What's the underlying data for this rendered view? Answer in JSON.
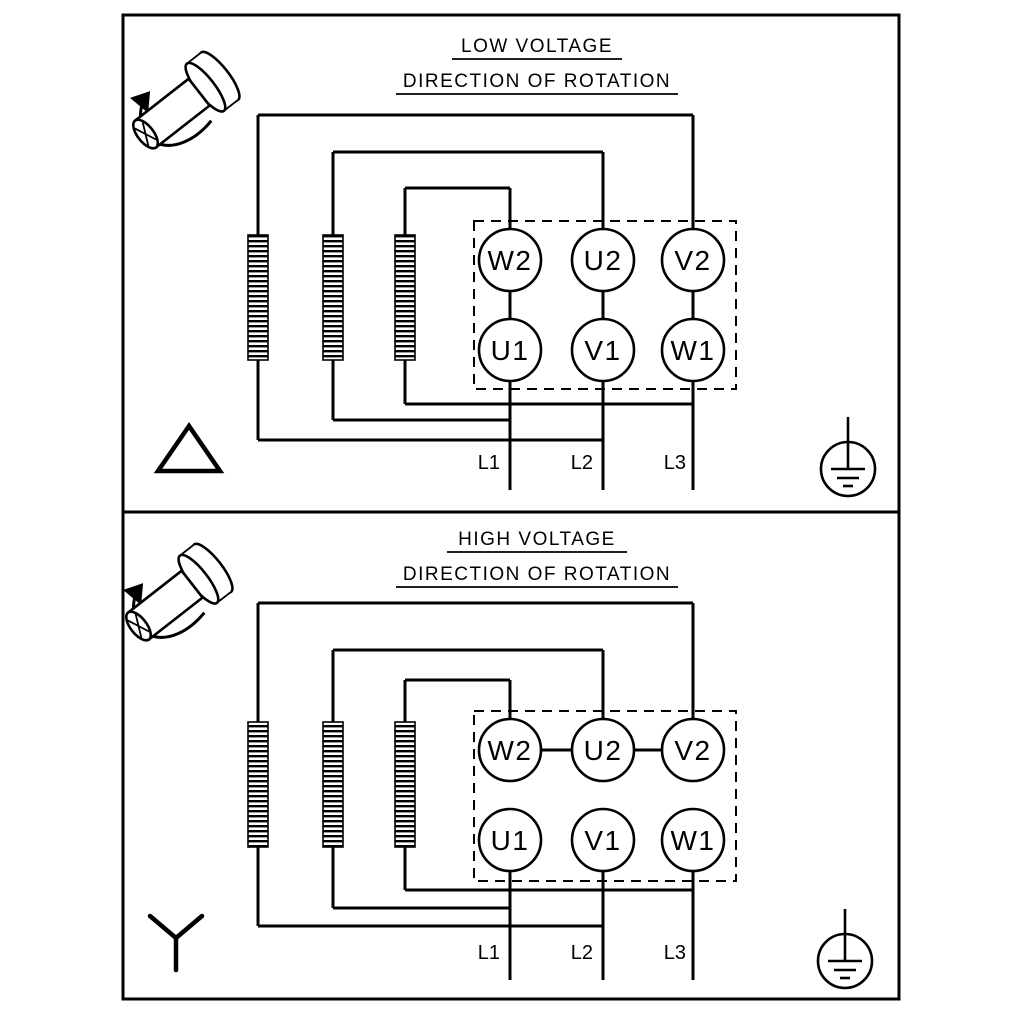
{
  "colors": {
    "line": "#000000",
    "background": "#ffffff"
  },
  "panels": [
    {
      "id": "low-voltage",
      "title": "LOW VOLTAGE",
      "subtitle": "DIRECTION OF ROTATION",
      "connection": "delta",
      "terminals_top": [
        "W2",
        "U2",
        "V2"
      ],
      "terminals_bottom": [
        "U1",
        "V1",
        "W1"
      ],
      "supply_lines": [
        "L1",
        "L2",
        "L3"
      ]
    },
    {
      "id": "high-voltage",
      "title": "HIGH VOLTAGE",
      "subtitle": "DIRECTION OF ROTATION",
      "connection": "star",
      "terminals_top": [
        "W2",
        "U2",
        "V2"
      ],
      "terminals_bottom": [
        "U1",
        "V1",
        "W1"
      ],
      "supply_lines": [
        "L1",
        "L2",
        "L3"
      ]
    }
  ],
  "icons": {
    "rotation_direction": "rotation-direction-icon",
    "ground": "earth-ground-icon",
    "delta": "delta-symbol",
    "star": "star-symbol"
  }
}
